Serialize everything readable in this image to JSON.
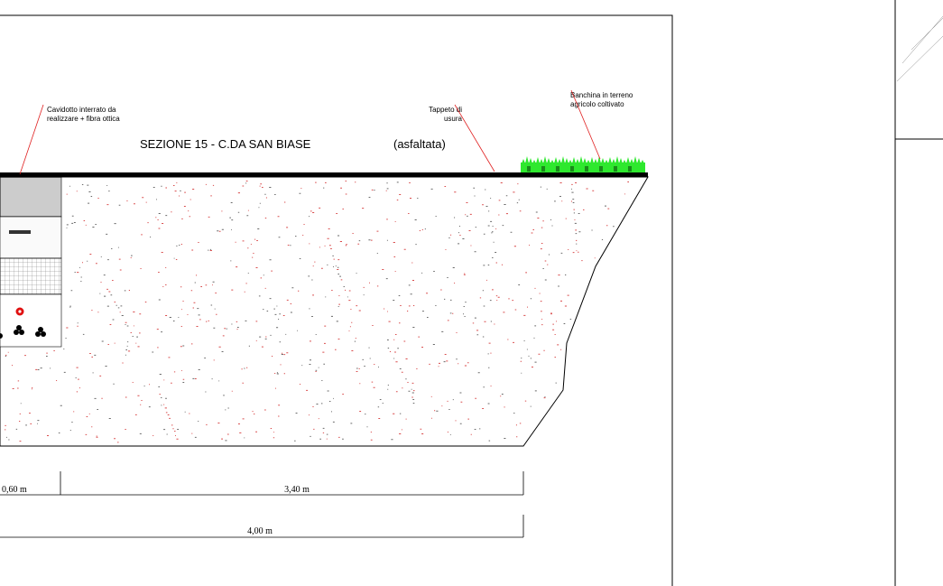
{
  "section": {
    "title": "SEZIONE 15 - C.DA SAN BIASE",
    "subtitle": "(asfaltata)"
  },
  "labels": {
    "cavidotto_line1": "Cavidotto interrato da",
    "cavidotto_line2": "realizzare + fibra ottica",
    "tappeto_line1": "Tappeto di",
    "tappeto_line2": "usura",
    "banchina_line1": "Banchina in terreno",
    "banchina_line2": "agricolo coltivato"
  },
  "dimensions": {
    "trench_width": "0,60 m",
    "road_width": "3,40 m",
    "total_width": "4,00 m"
  },
  "colors": {
    "leader": "#e02020",
    "grass": "#2ee82e",
    "grass_dark": "#1a8a1a",
    "stipple": "#d02020",
    "cable_red": "#e01010"
  }
}
